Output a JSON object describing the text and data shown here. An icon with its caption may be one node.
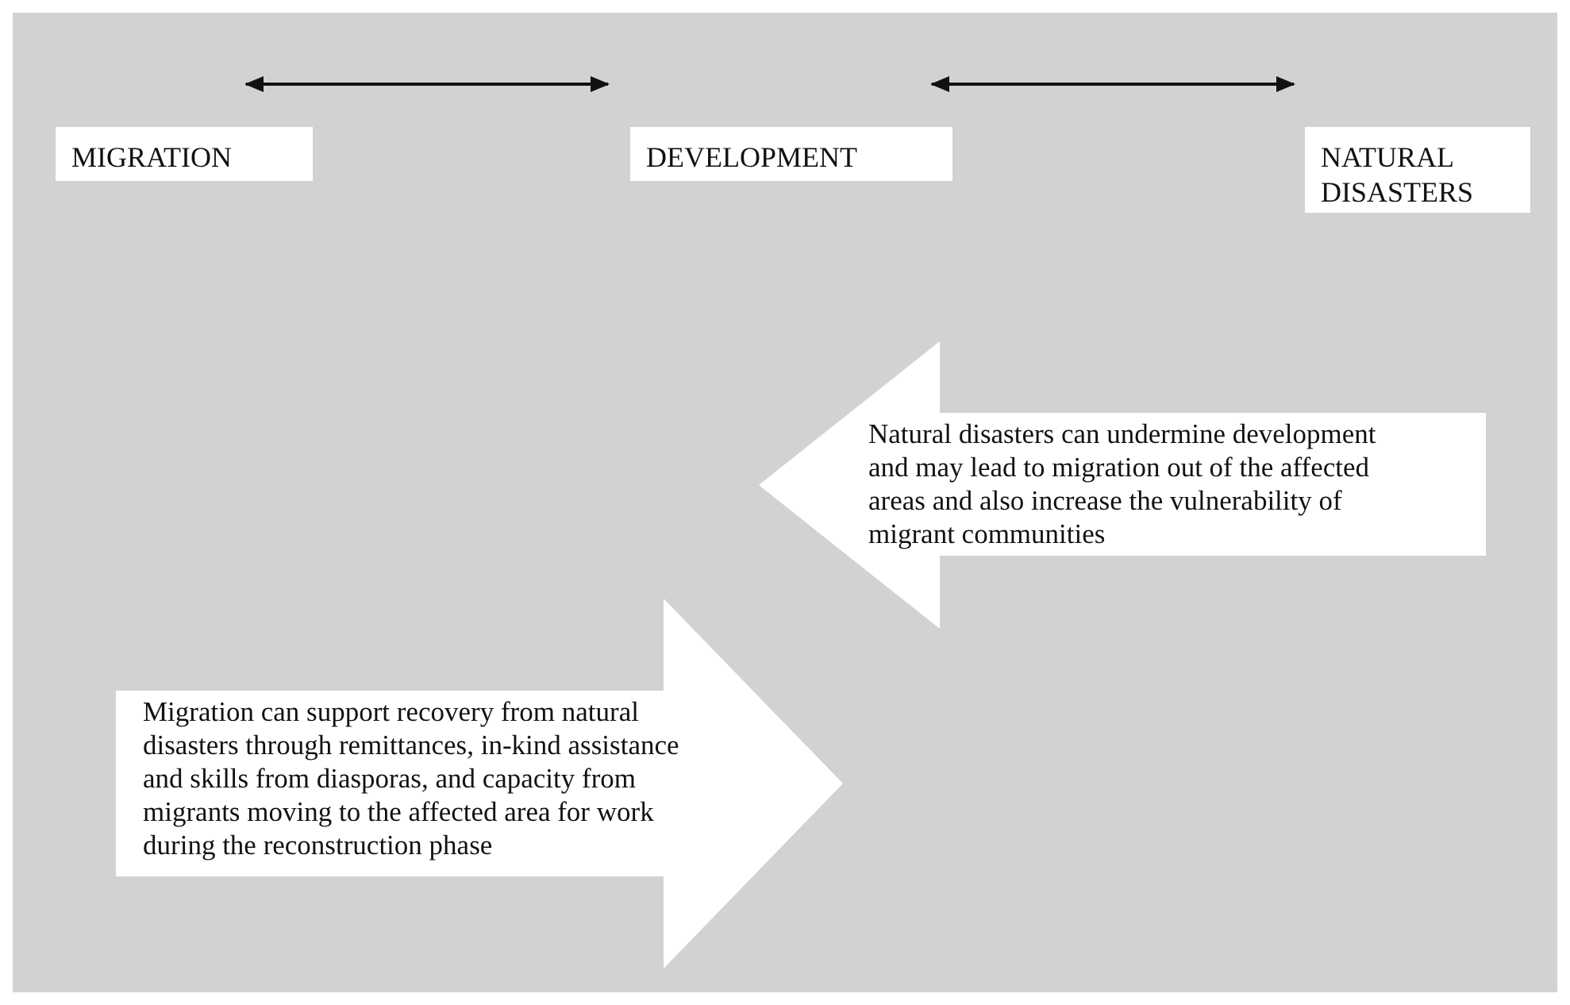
{
  "diagram": {
    "nodes": [
      {
        "text": [
          "MIGRATION"
        ]
      },
      {
        "text": [
          "DEVELOPMENT"
        ]
      },
      {
        "text": [
          "NATURAL DISASTERS"
        ]
      },
      {
        "text": [
          "Natural disasters can undermine development and may lead to migration out of the affected areas and also increase the vulnerability of migrant communities"
        ]
      },
      {
        "text": [
          "Migration can support recovery from natural disasters through remittances, in-kind assistance and skills from diasporas, and capacity from migrants moving to the affected area for work during the reconstruction phase"
        ]
      }
    ],
    "edges": [
      {
        "from": 0,
        "to": 1,
        "arrow": "both"
      },
      {
        "from": 1,
        "to": 2,
        "arrow": "both"
      }
    ]
  }
}
